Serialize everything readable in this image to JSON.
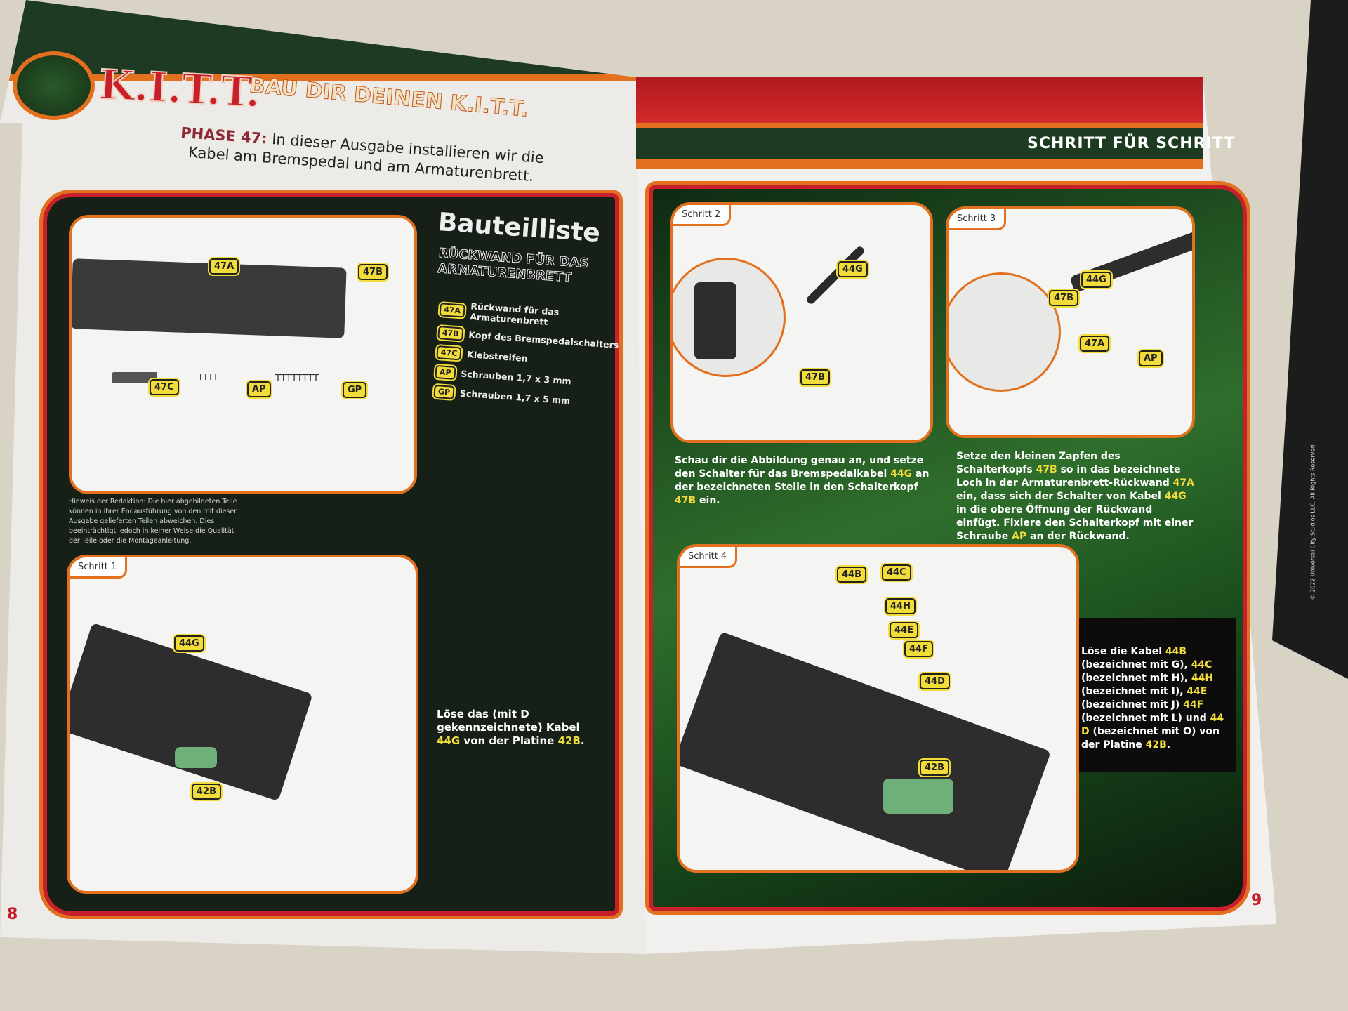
{
  "left_page": {
    "logo": "K.I.T.T.",
    "header": "BAU DIR DEINEN K.I.T.T.",
    "phase_label": "PHASE 47:",
    "phase_text": "In dieser Ausgabe installieren wir die Kabel am Bremspedal und am Armaturenbrett.",
    "parts_labels": {
      "a": "47A",
      "b": "47B",
      "c": "47C",
      "ap": "AP",
      "gp": "GP"
    },
    "parts_title": "Bauteilliste",
    "parts_subtitle": "RÜCKWAND FÜR DAS ARMATURENBRETT",
    "parts": [
      {
        "code": "47A",
        "name": "Rückwand für das Armaturenbrett"
      },
      {
        "code": "47B",
        "name": "Kopf des Bremspedalschalters"
      },
      {
        "code": "47C",
        "name": "Klebstreifen"
      },
      {
        "code": "AP",
        "name": "Schrauben 1,7 x 3 mm"
      },
      {
        "code": "GP",
        "name": "Schrauben 1,7 x 5 mm"
      }
    ],
    "hint": "Hinweis der Redaktion: Die hier abgebildeten Teile können in ihrer Endausführung von den mit dieser Ausgabe gelieferten Teilen abweichen. Dies beeinträchtigt jedoch in keiner Weise die Qualität der Teile oder die Montageanleitung.",
    "step1": {
      "label": "Schritt 1",
      "tags": [
        "44G",
        "42B"
      ],
      "text": [
        {
          "t": "Löse das (mit D gekennzeichnete) Kabel "
        },
        {
          "t": "44G",
          "hl": true
        },
        {
          "t": " von der Platine "
        },
        {
          "t": "42B",
          "hl": true
        },
        {
          "t": "."
        }
      ]
    },
    "page_number": "8"
  },
  "right_page": {
    "header": "SCHRITT FÜR SCHRITT",
    "step2": {
      "label": "Schritt 2",
      "tags": [
        "44G",
        "47B"
      ],
      "text": [
        {
          "t": "Schau dir die Abbildung genau an, und setze den Schalter für das Bremspedalkabel "
        },
        {
          "t": "44G",
          "hl": true
        },
        {
          "t": " an der bezeichneten Stelle in den Schalterkopf "
        },
        {
          "t": "47B",
          "hl": true
        },
        {
          "t": " ein."
        }
      ]
    },
    "step3": {
      "label": "Schritt 3",
      "tags": [
        "44G",
        "47B",
        "47A",
        "AP"
      ],
      "text": [
        {
          "t": "Setze den kleinen Zapfen des Schalterkopfs "
        },
        {
          "t": "47B",
          "hl": true
        },
        {
          "t": " so in das bezeichnete Loch in der Armaturenbrett-Rückwand "
        },
        {
          "t": "47A",
          "hl": true
        },
        {
          "t": " ein, dass sich der Schalter von Kabel "
        },
        {
          "t": "44G",
          "hl": true
        },
        {
          "t": " in die obere Öffnung der Rückwand einfügt. Fixiere den Schalterkopf mit einer Schraube "
        },
        {
          "t": "AP",
          "hl": true
        },
        {
          "t": " an der Rückwand."
        }
      ]
    },
    "step4": {
      "label": "Schritt 4",
      "tags": [
        "44B",
        "44C",
        "44H",
        "44E",
        "44F",
        "44D",
        "42B"
      ],
      "text": [
        {
          "t": "Löse die Kabel "
        },
        {
          "t": "44B",
          "hl": true
        },
        {
          "t": " (bezeichnet mit G), "
        },
        {
          "t": "44C",
          "hl": true
        },
        {
          "t": " (bezeichnet mit H), "
        },
        {
          "t": "44H",
          "hl": true
        },
        {
          "t": " (bezeichnet mit I), "
        },
        {
          "t": "44E",
          "hl": true
        },
        {
          "t": " (bezeichnet mit J) "
        },
        {
          "t": "44F",
          "hl": true
        },
        {
          "t": " (bezeichnet mit L) und "
        },
        {
          "t": "44 D",
          "hl": true
        },
        {
          "t": " (bezeichnet mit O) von der Platine "
        },
        {
          "t": "42B",
          "hl": true
        },
        {
          "t": "."
        }
      ]
    },
    "page_number": "9"
  },
  "copyright": "© 2022 Universal City Studios LLC. All Rights Reserved.",
  "colors": {
    "accent_orange": "#e2701e",
    "red": "#c8202a",
    "highlight": "#f1dc3a",
    "panel_green": "#2f6e2c"
  }
}
